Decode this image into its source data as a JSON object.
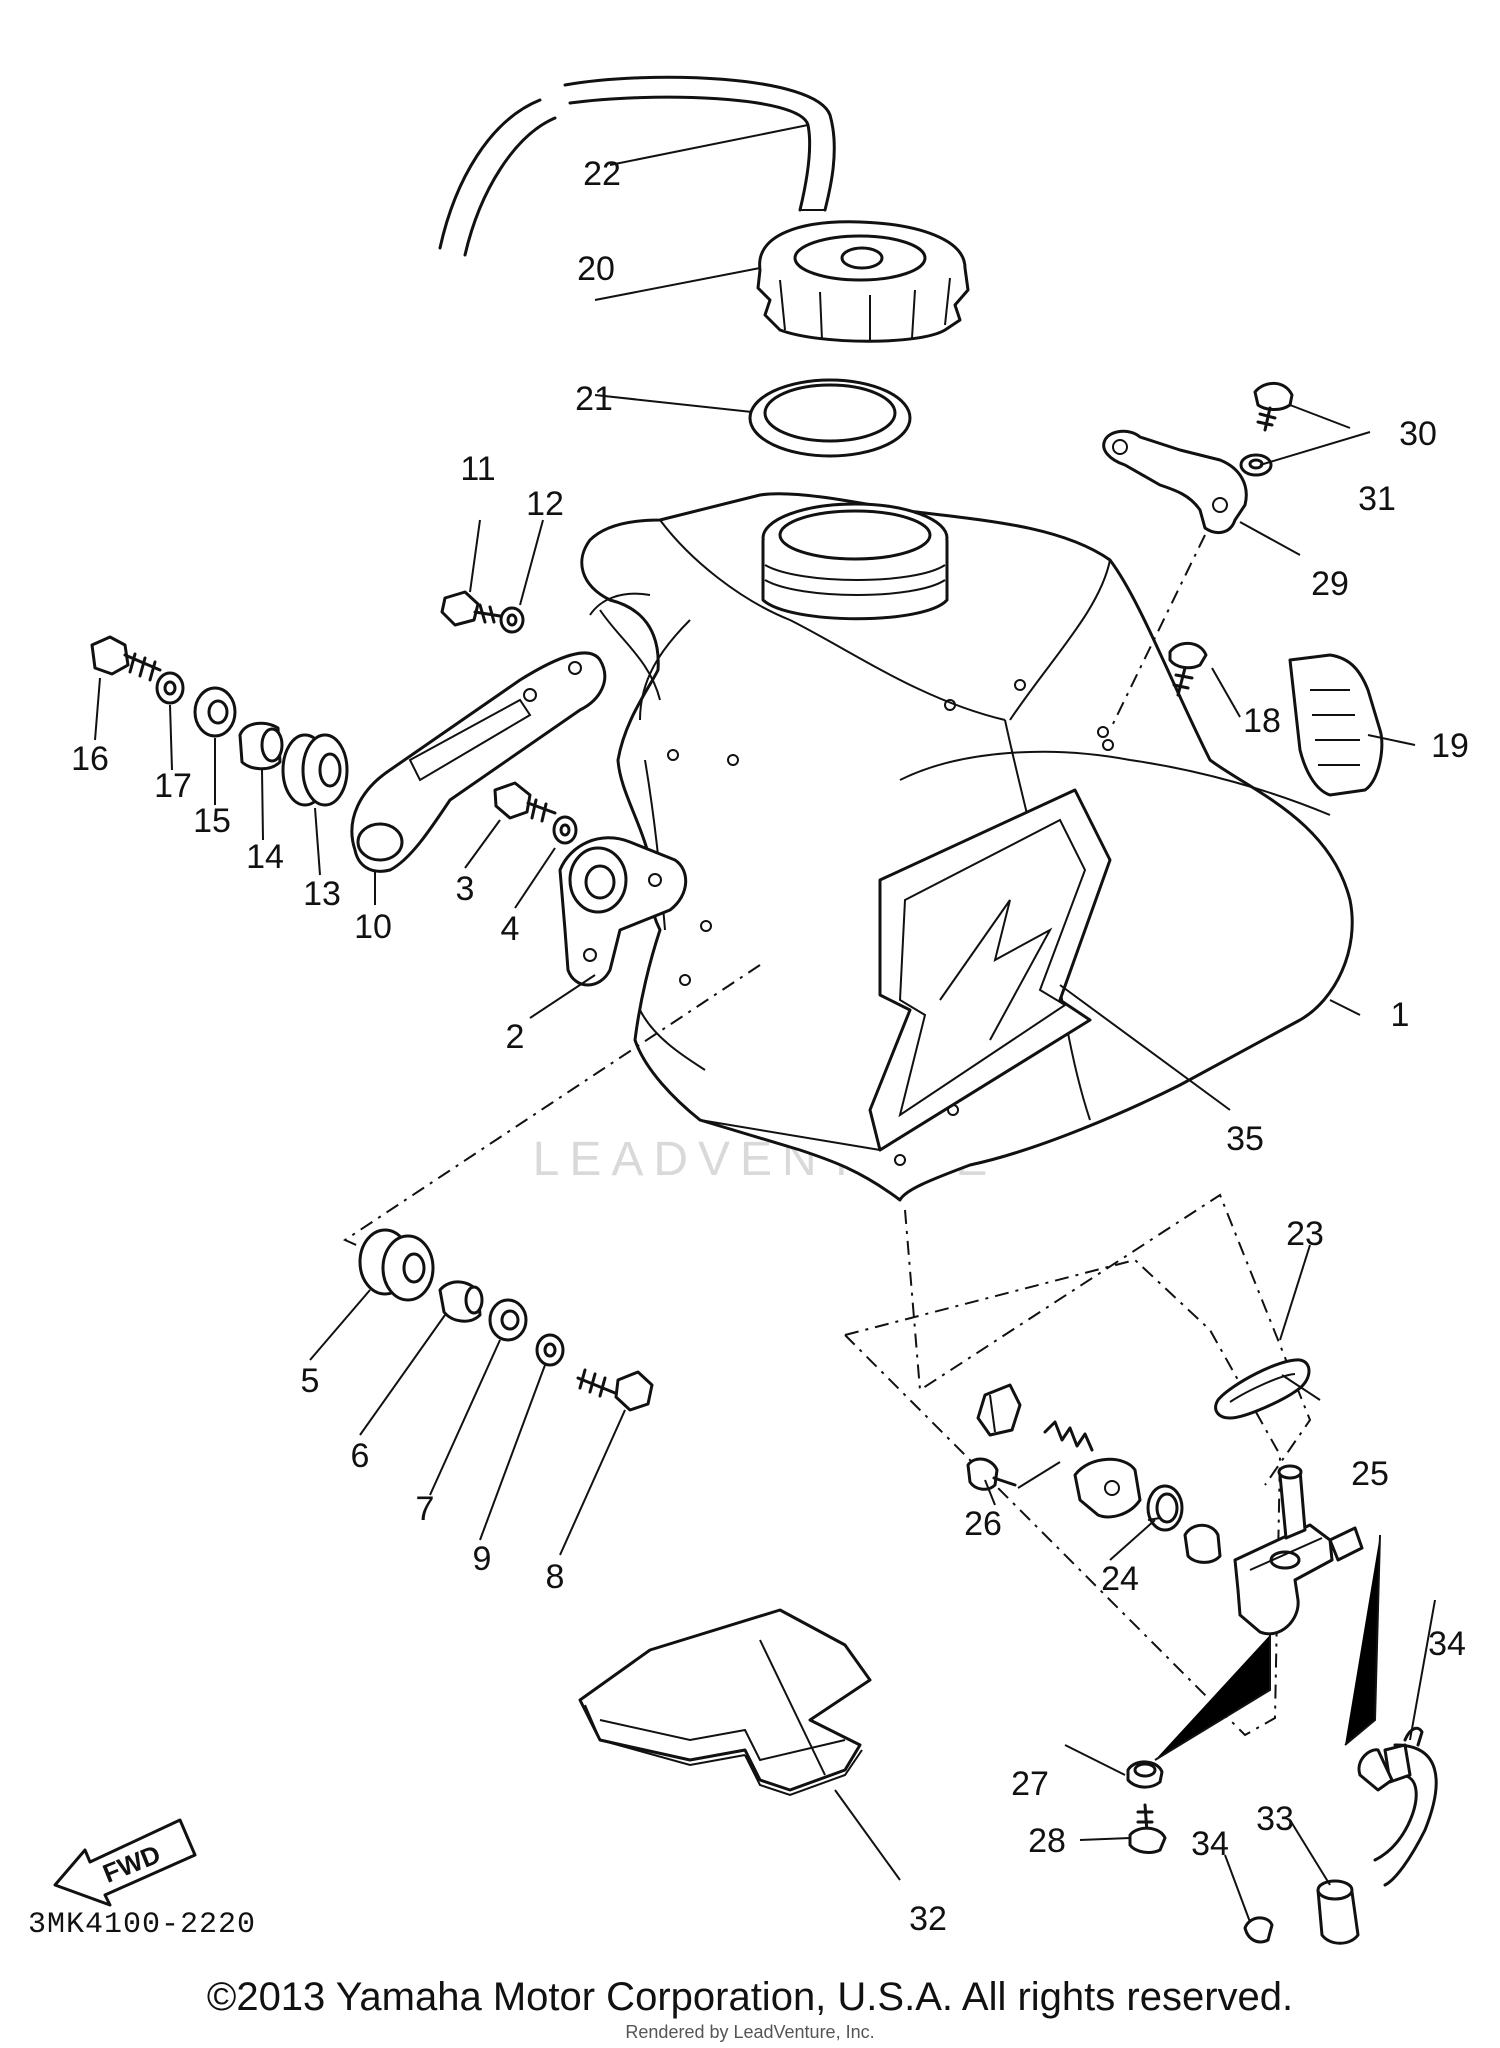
{
  "diagram": {
    "figure_code": "3MK4100-2220",
    "copyright": "©2013 Yamaha Motor Corporation, U.S.A. All rights reserved.",
    "renderer_credit": "Rendered by LeadVenture, Inc.",
    "watermark": "LEADVENTURE",
    "fwd_label": "FWD",
    "part_numbers": [
      "1",
      "2",
      "3",
      "4",
      "5",
      "6",
      "7",
      "8",
      "9",
      "10",
      "11",
      "12",
      "13",
      "14",
      "15",
      "16",
      "17",
      "18",
      "19",
      "20",
      "21",
      "22",
      "23",
      "24",
      "25",
      "26",
      "27",
      "28",
      "29",
      "30",
      "31",
      "32",
      "33",
      "34",
      "34",
      "35"
    ]
  }
}
